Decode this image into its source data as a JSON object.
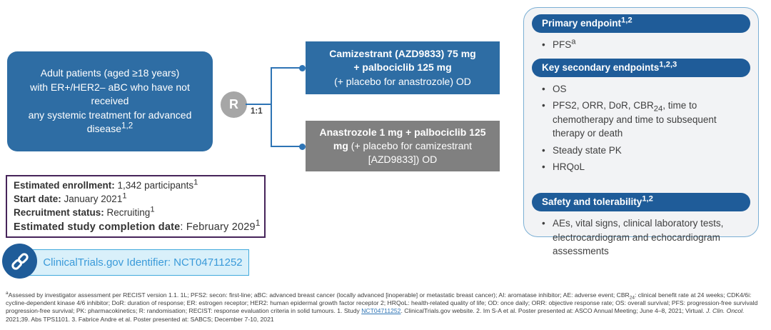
{
  "patient_box": {
    "line1": "Adult patients (aged ≥18 years)",
    "line2": "with ER+/HER2– aBC who have not received",
    "line3": "any systemic treatment for advanced",
    "line4": "disease",
    "sup": "1,2"
  },
  "randomization": {
    "label": "R",
    "ratio": "1:1"
  },
  "arms": {
    "arm1": {
      "line1": "Camizestrant (AZD9833) 75 mg",
      "line2": "+ palbociclib 125 mg",
      "line3": "(+ placebo for anastrozole) OD"
    },
    "arm2": {
      "bold": "Anastrozole 1 mg + palbociclib 125 mg",
      "rest": " (+ placebo for camizestrant [AZD9833]) OD"
    }
  },
  "endpoints": {
    "primary": {
      "title": "Primary endpoint",
      "sup": "1,2",
      "bullet": {
        "text": "PFS",
        "sup": "a"
      }
    },
    "secondary": {
      "title": "Key secondary endpoints",
      "sup": "1,2,3",
      "bullet_os": "OS",
      "bullet_pfs2": {
        "pre": "PFS2, ORR, DoR, CBR",
        "sub": "24",
        "post": ", time to chemotherapy and time to subsequent therapy or death"
      },
      "bullet_pk": "Steady state PK",
      "bullet_hrqol": "HRQoL"
    },
    "safety": {
      "title": "Safety and tolerability",
      "sup": "1,2",
      "bullet": "AEs, vital signs, clinical laboratory tests, electrocardiogram and echocardiogram assessments"
    }
  },
  "study_info": {
    "line1": {
      "label": "Estimated enrollment:",
      "value": " 1,342 participants",
      "sup": "1"
    },
    "line2": {
      "label": "Start date:",
      "value": " January 2021",
      "sup": "1"
    },
    "line3": {
      "label": "Recruitment status:",
      "value": " Recruiting",
      "sup": "1"
    },
    "line4": {
      "label": "Estimated study completion date",
      "value": ": February 2029",
      "sup": "1"
    }
  },
  "registry": {
    "text": "ClinicalTrials.gov Identifier: NCT04711252",
    "icon": "link-icon"
  },
  "footnote": {
    "sup_a": "a",
    "part1": "Assessed by investigator assessment per RECIST version 1.1. 1L; PFS2: secon: first-line; aBC: advanced breast cancer (locally advanced [inoperable] or metastatic breast cancer); AI: aromatase inhibitor; AE: adverse event; CBR",
    "sub_24": "24",
    "part2": ": clinical benefit rate at 24 weeks; CDK4/6i: cycline-dependent kinase 4/6 inhibitor; DoR: duration of response; ER: estrogen receptor; HER2: human epidermal growth factor receptor 2; HRQoL: health-related quality of life; OD: once daily; ORR: objective response rate; OS: overall survival; PFS: progression-free survivald progression-free survival; PK: pharmacokinetics; R: randomisation; RECIST: response evaluation criteria in solid tumours. 1. Study ",
    "link": "NCT04711252",
    "part3": ". ClinicalTrials.gov website. 2. Im S-A et al. Poster presented at: ASCO Annual Meeting; June 4–8, 2021; Virtual. ",
    "italic": "J. Clin. Oncol.",
    "part4": " 2021;39. Abs TPS1101. 3. Fabrice Andre et al. Poster presented at: SABCS; December 7-10, 2021"
  },
  "colors": {
    "box_blue": "#2E6DA4",
    "pill_blue": "#1F5C99",
    "arm_gray": "#808080",
    "circle_gray": "#A6A6A6",
    "purple_border": "#46245A",
    "registry_fill": "#D9F0FA",
    "registry_border": "#41AADC",
    "registry_text": "#3A9AD9",
    "connector_blue": "#2E74B5"
  }
}
